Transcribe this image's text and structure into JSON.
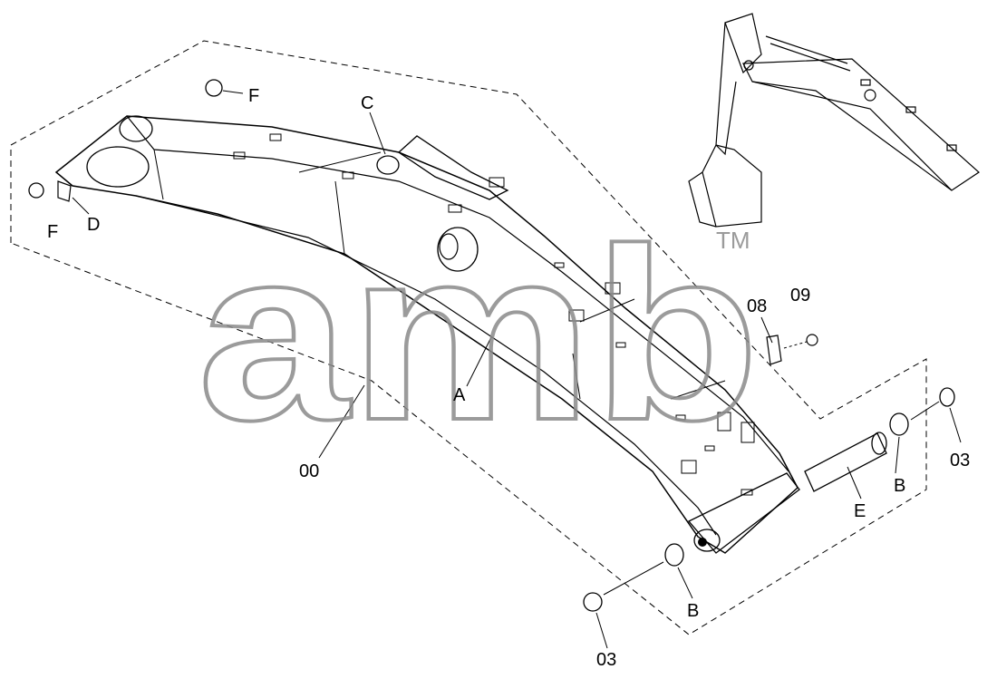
{
  "labels": {
    "F_top": "F",
    "F_left": "F",
    "D": "D",
    "C": "C",
    "A": "A",
    "00": "00",
    "08": "08",
    "09": "09",
    "03_right": "03",
    "B_right": "B",
    "E": "E",
    "B_bottom": "B",
    "03_bottom": "03"
  },
  "watermark": {
    "text": "amb",
    "mark": "TM"
  }
}
